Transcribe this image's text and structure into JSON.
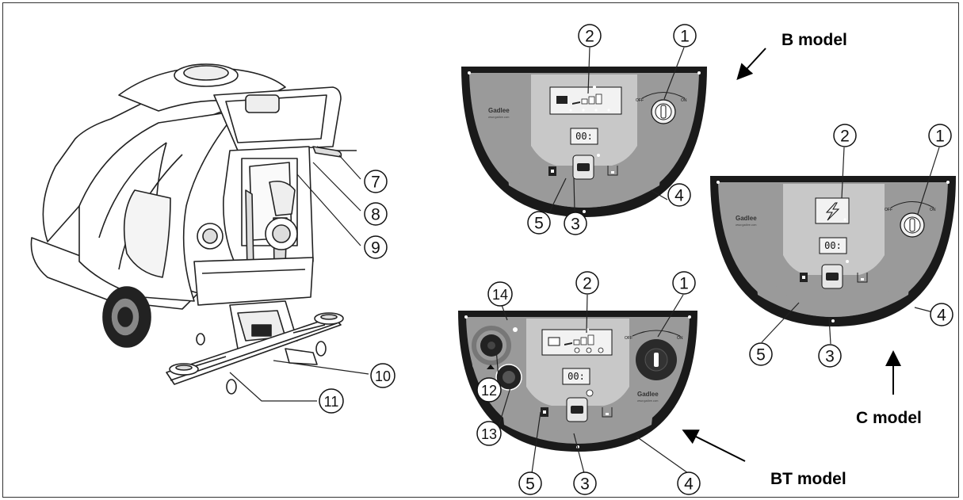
{
  "models": {
    "b": "B model",
    "c": "C model",
    "bt": "BT model"
  },
  "callouts": {
    "n1": "1",
    "n2": "2",
    "n3": "3",
    "n4": "4",
    "n5": "5",
    "n7": "7",
    "n8": "8",
    "n9": "9",
    "n10": "10",
    "n11": "11",
    "n12": "12",
    "n13": "13",
    "n14": "14"
  },
  "panel": {
    "brand": "Gadlee",
    "url": "www.gadlee.com",
    "off": "OFF",
    "on": "ON",
    "counter": "00:"
  },
  "colors": {
    "rim": "#1a1a1a",
    "side": "#9a9a9a",
    "center": "#c8c8c8",
    "key": "#e6e6e6"
  }
}
